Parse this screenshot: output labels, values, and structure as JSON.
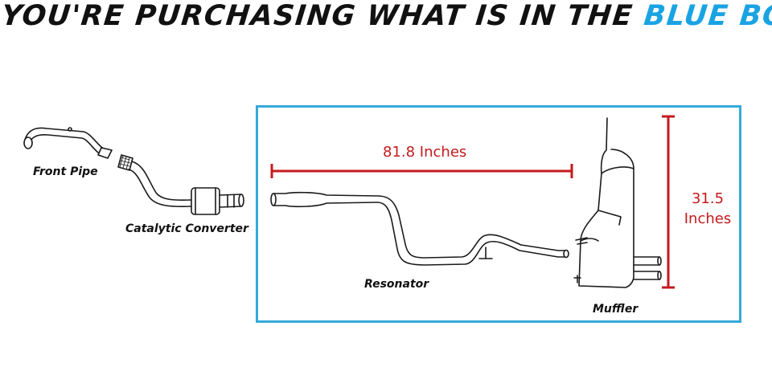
{
  "headline": {
    "prefix": "YOU'RE PURCHASING WHAT IS IN THE",
    "highlight": "BLUE BOX"
  },
  "parts": {
    "front_pipe": "Front Pipe",
    "catalytic_converter": "Catalytic Converter",
    "resonator": "Resonator",
    "muffler": "Muffler"
  },
  "dimensions": {
    "length": "81.8 Inches",
    "height_value": "31.5",
    "height_unit": "Inches"
  },
  "colors": {
    "accent_blue": "#1aa3e3",
    "box_border": "#35aad9",
    "dimension_red": "#c51a1d"
  }
}
